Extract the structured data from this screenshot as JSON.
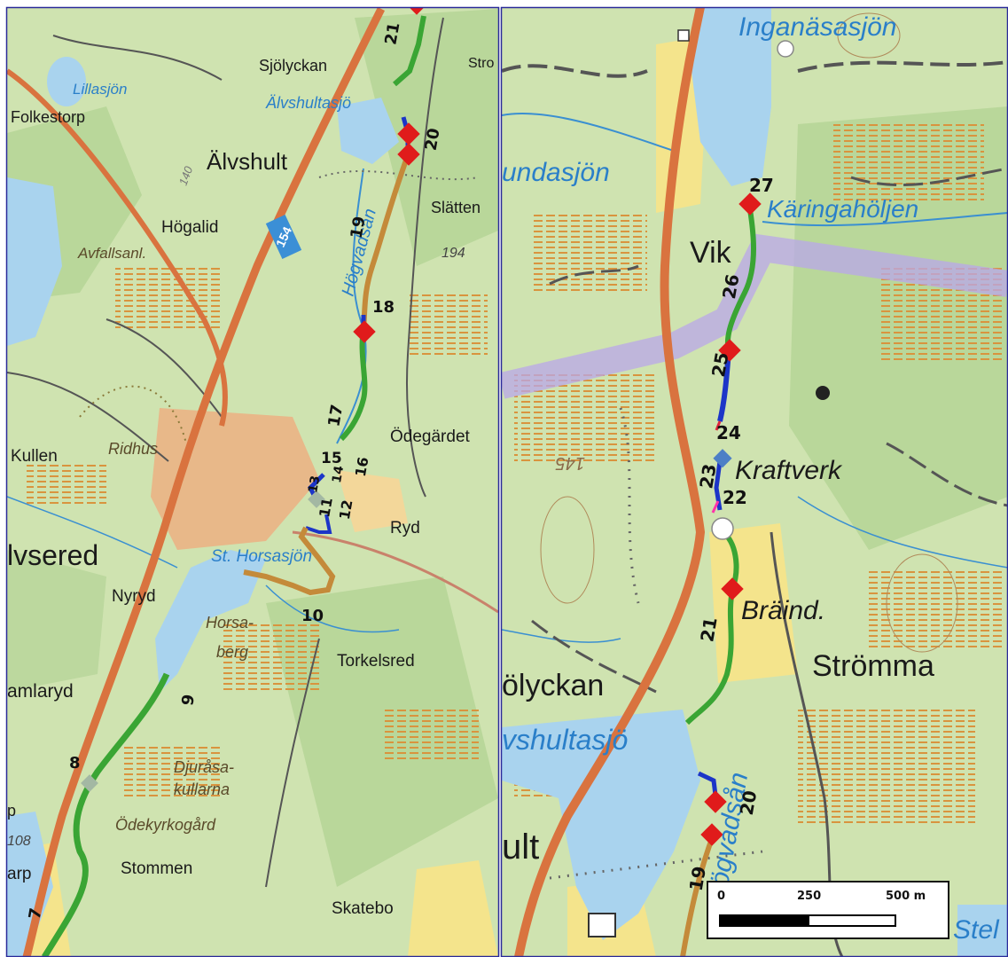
{
  "left_panel": {
    "water_labels": [
      "Lillasjön",
      "Älvshultasjö",
      "Högvadsån",
      "St. Horsasjön"
    ],
    "place_labels": [
      "Sjölyckan",
      "Folkestorp",
      "Älvshult",
      "Högalid",
      "Avfallsanl.",
      "Slätten",
      "194",
      "Kullen",
      "Ridhus",
      "Ödegärdet",
      "lvsered",
      "Ryd",
      "Nyryd",
      "Horsa-",
      "berg",
      "Torkelsred",
      "amlaryd",
      "Djuråsa-",
      "kullarna",
      "Ödekyrkogård",
      "Stommen",
      "arp",
      "108",
      "Skatebo",
      "140",
      "Stro",
      "p"
    ],
    "road_shield": "154",
    "route_numbers": [
      "21",
      "20",
      "19",
      "18",
      "17",
      "15",
      "16",
      "14",
      "13",
      "12",
      "11",
      "10",
      "9",
      "8",
      "7"
    ]
  },
  "right_panel": {
    "water_labels": [
      "Inganäsasjön",
      "undasjön",
      "Käringahöljen",
      "vshultasjö",
      "Högvadsån",
      "Stel"
    ],
    "place_labels": [
      "Vik",
      "Kraftverk",
      "Bräind.",
      "Strömma",
      "ölyckan",
      "ult",
      "145"
    ],
    "route_numbers": [
      "27",
      "26",
      "25",
      "24",
      "23",
      "22",
      "21",
      "20",
      "19"
    ]
  },
  "scale_bar": {
    "labels": [
      "0",
      "250",
      "500 m"
    ]
  },
  "colors": {
    "land_green": "#cfe3b0",
    "forest_green": "#b9d79a",
    "water": "#a9d3ee",
    "highway": "#d9733f",
    "route_green": "#3aa534",
    "route_blue": "#1c35c8",
    "route_brown": "#c48a3a",
    "waypoint_red": "#e01b1b",
    "powerline": "#b9a7ea",
    "urban": "#e8b889"
  }
}
